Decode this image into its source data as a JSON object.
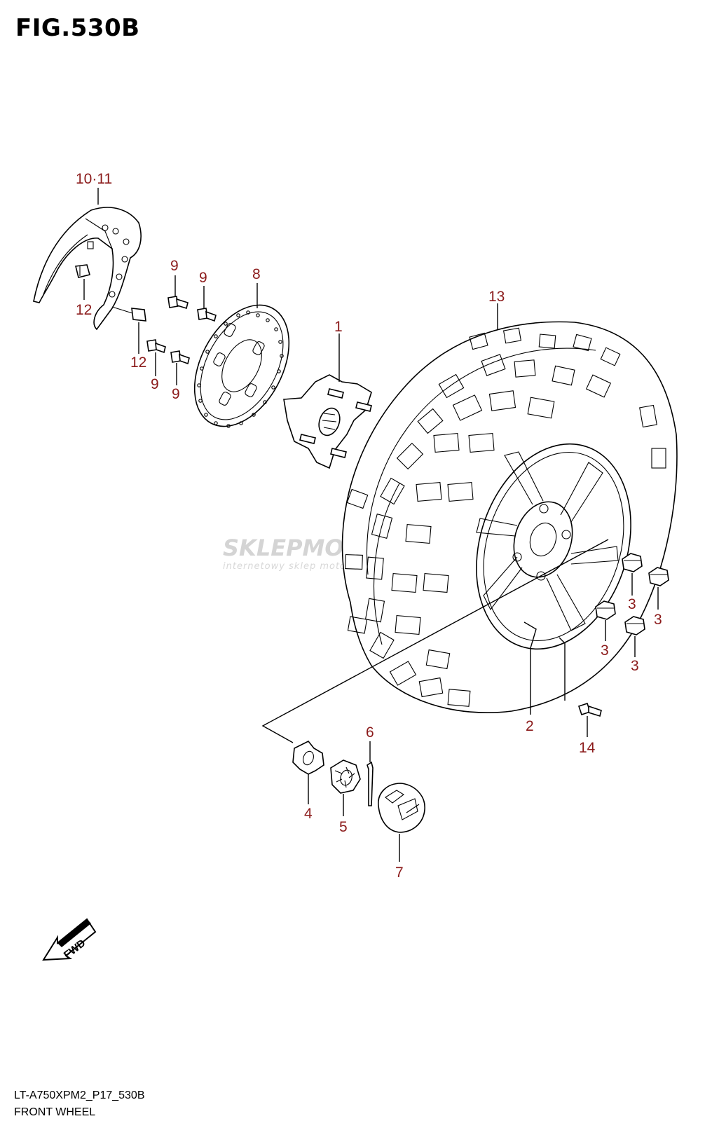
{
  "figure": {
    "title": "FIG.530B"
  },
  "callouts": {
    "c10_11": "10·11",
    "c12a": "12",
    "c12b": "12",
    "c9a": "9",
    "c9b": "9",
    "c9c": "9",
    "c9d": "9",
    "c8": "8",
    "c1": "1",
    "c13": "13",
    "c3a": "3",
    "c3b": "3",
    "c3c": "3",
    "c3d": "3",
    "c2": "2",
    "c14": "14",
    "c6": "6",
    "c4": "4",
    "c5": "5",
    "c7": "7"
  },
  "fwd_label": "FWD",
  "watermark": {
    "brand": "SKLEPMOTO24.PL",
    "tagline": "internetowy sklep motocyklowy"
  },
  "footer": {
    "code": "LT-A750XPM2_P17_530B",
    "name": "FRONT WHEEL"
  },
  "colors": {
    "callout": "#8b1a1a",
    "line": "#000000",
    "watermark": "#d4d4d4"
  }
}
